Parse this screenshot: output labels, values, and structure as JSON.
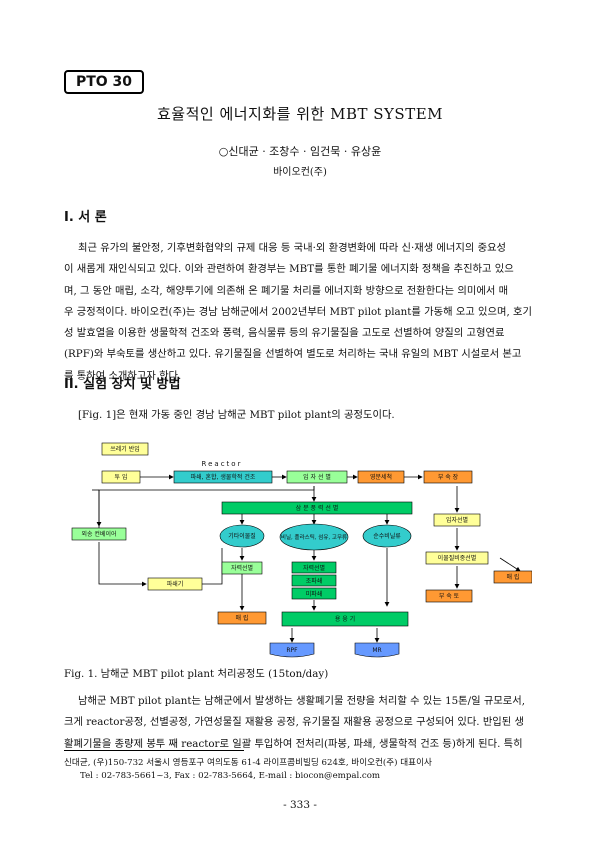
{
  "badge": "PTO 30",
  "title": "효율적인 에너지화를 위한 MBT SYSTEM",
  "authors": "○신대균 · 조창수 · 임건묵 · 유상윤",
  "affiliation": "바이오컨(주)",
  "section1": {
    "heading": "I. 서 론",
    "lines": [
      "최근 유가의 불안정, 기후변화협약의 규제 대응 등 국내·외 환경변화에 따라 신·재생 에너지의 중요성",
      "이 새롭게 재인식되고 있다. 이와 관련하여 환경부는 MBT를 통한 폐기물 에너지화 정책을 추진하고 있으",
      "며, 그 동안 매립, 소각, 해양투기에 의존해 온 폐기물 처리를 에너지화 방향으로 전환한다는 의미에서 매",
      "우 긍정적이다. 바이오컨(주)는 경남 남해군에서 2002년부터 MBT pilot plant를 가동해 오고 있으며, 호기",
      "성 발효열을 이용한 생물학적 건조와 풍력, 음식물류 등의 유기물질을 고도로 선별하여 양질의 고형연료",
      "(RPF)와 부숙토를 생산하고 있다. 유기물질을 선별하여 별도로 처리하는 국내 유일의 MBT 시설로서 본고",
      "를 통하여 소개하고자 한다."
    ]
  },
  "section2": {
    "heading": "II. 실험 장치 및 방법",
    "text": "[Fig. 1]은 현재 가동 중인 경남 남해군 MBT pilot plant의 공정도이다."
  },
  "diagram": {
    "labels": {
      "waste_input": "쓰레기 반입",
      "reactor": "Reactor",
      "input": "투 입",
      "crush": "파쇄, 혼합, 생물학적 건조",
      "particle_sort": "입 자 선 별",
      "magnetic": "영분세척",
      "compost": "부 숙 장",
      "triple_sort": "삼 분 풍 력 선 별",
      "outer_conveyor": "외송 컨베이어",
      "other": "기타이물질",
      "vinyl": "비닐, 플라스틱, 섬유, 고무류",
      "organic": "순수비닐류",
      "particle_sort2": "입자선별",
      "foreign_sort": "이물질비중선별",
      "manual_sort": "자력선별",
      "aluminum": "조파쇄",
      "crush2": "미파쇄",
      "landfill": "매 립",
      "landfill2": "매 립",
      "finished_compost": "부 숙 토",
      "press": "파쇄기",
      "pack": "용 융 기",
      "rpf": "RPF",
      "mr": "MR"
    }
  },
  "caption": "Fig. 1. 남해군 MBT pilot plant 처리공정도 (15ton/day)",
  "section3": {
    "lines": [
      "남해군 MBT pilot plant는 남해군에서 발생하는 생활폐기물 전량을 처리할 수 있는 15톤/일 규모로서,",
      "크게 reactor공정, 선별공정, 가연성물질 재활용 공정, 유기물질 재활용 공정으로 구성되어 있다. 반입된 생",
      "활폐기물을 종량제 봉투 째 reactor로 일괄 투입하여 전처리(파봉, 파쇄, 생물학적 건조 등)하게 된다. 특히"
    ]
  },
  "footnote": {
    "line1": "신대균, (우)150-732 서울시 영등포구 여의도동 61-4 라이프콤비빌딩 624호, 바이오컨(주) 대표이사",
    "line2": "Tel : 02-783-5661~3,  Fax : 02-783-5664,  E-mail : biocon@empal.com"
  },
  "page_number": "- 333 -",
  "colors": {
    "yellow": "#ffff99",
    "green": "#00cc66",
    "cyan": "#33cccc",
    "orange": "#ff9933",
    "blue": "#6699ff",
    "light_green": "#99ff99"
  }
}
